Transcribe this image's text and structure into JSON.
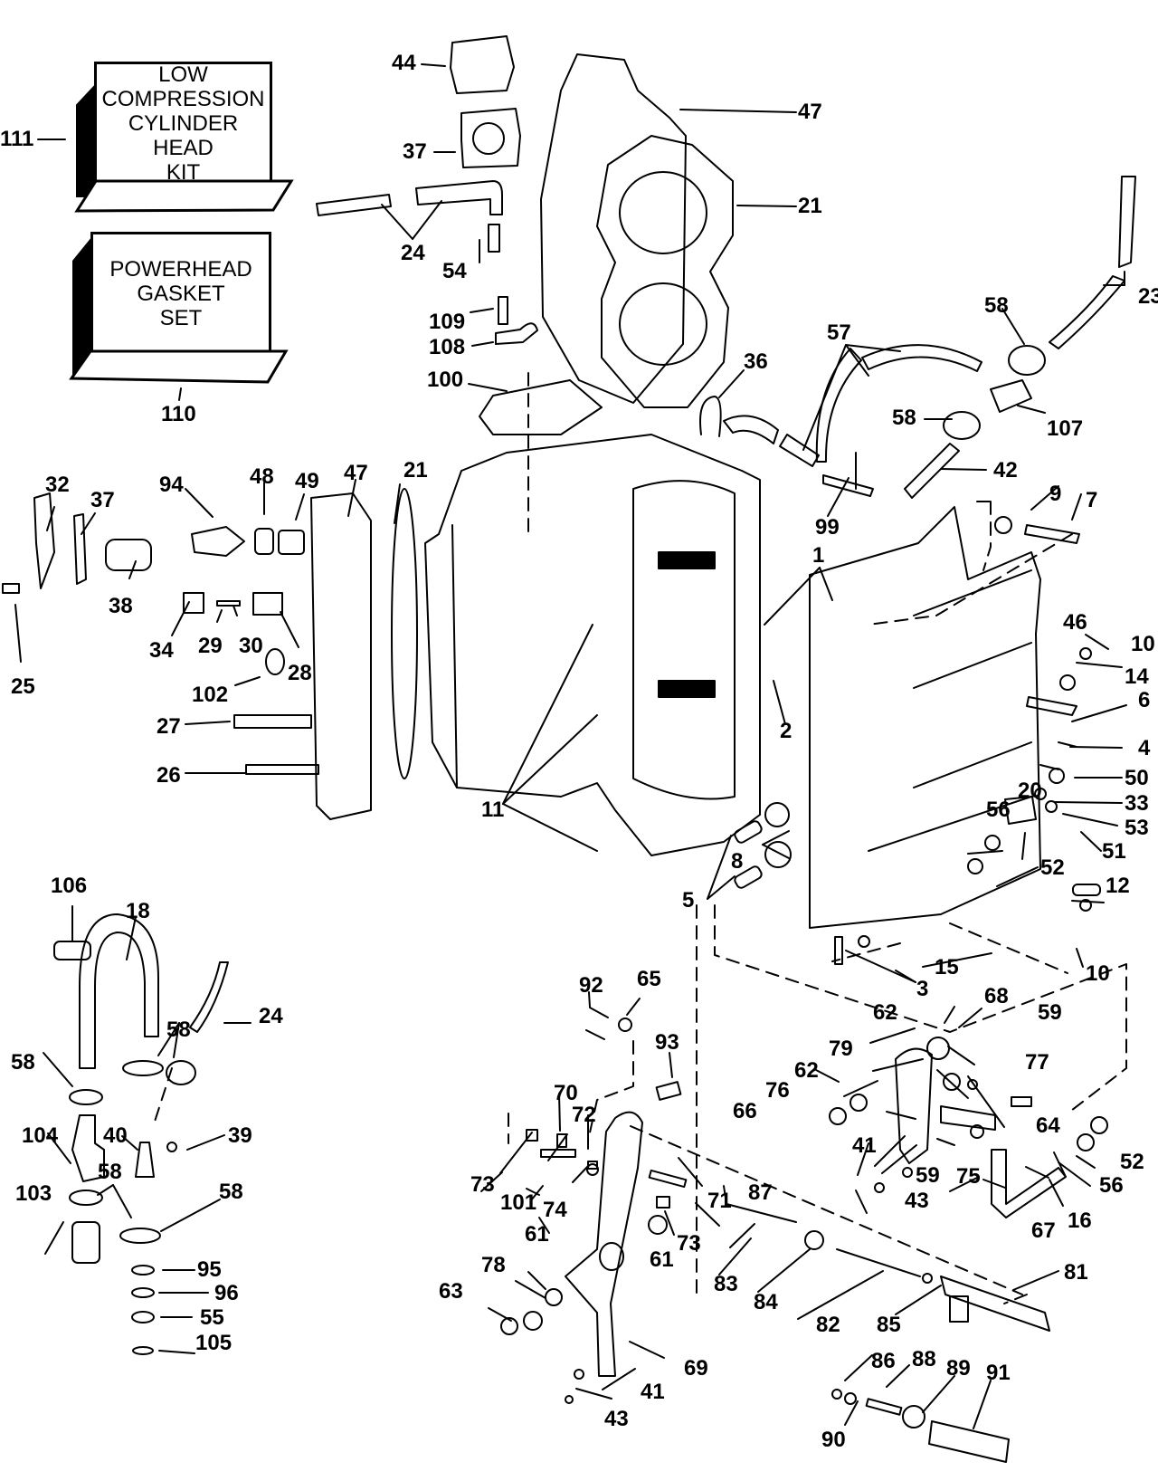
{
  "diagram": {
    "type": "exploded-parts-diagram",
    "subject": "Outboard powerhead: cylinder and crankcase with throttle/spark linkage",
    "kits": [
      {
        "id": "111",
        "lines": [
          "LOW",
          "COMPRESSION",
          "CYLINDER HEAD",
          "KIT"
        ]
      },
      {
        "id": "110",
        "lines": [
          "POWERHEAD",
          "GASKET",
          "SET"
        ]
      }
    ],
    "callouts": [
      {
        "id": "111",
        "label": "111"
      },
      {
        "id": "110",
        "label": "110"
      },
      {
        "id": "44",
        "label": "44"
      },
      {
        "id": "37a",
        "label": "37"
      },
      {
        "id": "24a",
        "label": "24"
      },
      {
        "id": "54",
        "label": "54"
      },
      {
        "id": "47a",
        "label": "47"
      },
      {
        "id": "21a",
        "label": "21"
      },
      {
        "id": "109",
        "label": "109"
      },
      {
        "id": "108",
        "label": "108"
      },
      {
        "id": "100",
        "label": "100"
      },
      {
        "id": "36",
        "label": "36"
      },
      {
        "id": "57",
        "label": "57"
      },
      {
        "id": "58a",
        "label": "58"
      },
      {
        "id": "23",
        "label": "23"
      },
      {
        "id": "58b",
        "label": "58"
      },
      {
        "id": "107",
        "label": "107"
      },
      {
        "id": "42",
        "label": "42"
      },
      {
        "id": "99",
        "label": "99"
      },
      {
        "id": "9",
        "label": "9"
      },
      {
        "id": "7",
        "label": "7"
      },
      {
        "id": "32",
        "label": "32"
      },
      {
        "id": "37b",
        "label": "37"
      },
      {
        "id": "94",
        "label": "94"
      },
      {
        "id": "48",
        "label": "48"
      },
      {
        "id": "49",
        "label": "49"
      },
      {
        "id": "47b",
        "label": "47"
      },
      {
        "id": "21b",
        "label": "21"
      },
      {
        "id": "38",
        "label": "38"
      },
      {
        "id": "25",
        "label": "25"
      },
      {
        "id": "34",
        "label": "34"
      },
      {
        "id": "29",
        "label": "29"
      },
      {
        "id": "30",
        "label": "30"
      },
      {
        "id": "28",
        "label": "28"
      },
      {
        "id": "102",
        "label": "102"
      },
      {
        "id": "27",
        "label": "27"
      },
      {
        "id": "26",
        "label": "26"
      },
      {
        "id": "11",
        "label": "11"
      },
      {
        "id": "1",
        "label": "1"
      },
      {
        "id": "2",
        "label": "2"
      },
      {
        "id": "10a",
        "label": "10"
      },
      {
        "id": "46",
        "label": "46"
      },
      {
        "id": "14",
        "label": "14"
      },
      {
        "id": "6",
        "label": "6"
      },
      {
        "id": "4",
        "label": "4"
      },
      {
        "id": "50",
        "label": "50"
      },
      {
        "id": "20",
        "label": "20"
      },
      {
        "id": "33",
        "label": "33"
      },
      {
        "id": "56a",
        "label": "56"
      },
      {
        "id": "53",
        "label": "53"
      },
      {
        "id": "51",
        "label": "51"
      },
      {
        "id": "8",
        "label": "8"
      },
      {
        "id": "52a",
        "label": "52"
      },
      {
        "id": "5",
        "label": "5"
      },
      {
        "id": "12",
        "label": "12"
      },
      {
        "id": "15",
        "label": "15"
      },
      {
        "id": "10b",
        "label": "10"
      },
      {
        "id": "3",
        "label": "3"
      },
      {
        "id": "106",
        "label": "106"
      },
      {
        "id": "18",
        "label": "18"
      },
      {
        "id": "24b",
        "label": "24"
      },
      {
        "id": "58c",
        "label": "58"
      },
      {
        "id": "58d",
        "label": "58"
      },
      {
        "id": "104",
        "label": "104"
      },
      {
        "id": "40",
        "label": "40"
      },
      {
        "id": "39",
        "label": "39"
      },
      {
        "id": "58e",
        "label": "58"
      },
      {
        "id": "103",
        "label": "103"
      },
      {
        "id": "58f",
        "label": "58"
      },
      {
        "id": "95",
        "label": "95"
      },
      {
        "id": "96",
        "label": "96"
      },
      {
        "id": "55",
        "label": "55"
      },
      {
        "id": "105",
        "label": "105"
      },
      {
        "id": "92",
        "label": "92"
      },
      {
        "id": "65",
        "label": "65"
      },
      {
        "id": "93",
        "label": "93"
      },
      {
        "id": "68",
        "label": "68"
      },
      {
        "id": "62a",
        "label": "62"
      },
      {
        "id": "59a",
        "label": "59"
      },
      {
        "id": "79",
        "label": "79"
      },
      {
        "id": "77",
        "label": "77"
      },
      {
        "id": "62b",
        "label": "62"
      },
      {
        "id": "76",
        "label": "76"
      },
      {
        "id": "66",
        "label": "66"
      },
      {
        "id": "64",
        "label": "64"
      },
      {
        "id": "52b",
        "label": "52"
      },
      {
        "id": "70",
        "label": "70"
      },
      {
        "id": "72",
        "label": "72"
      },
      {
        "id": "41a",
        "label": "41"
      },
      {
        "id": "59b",
        "label": "59"
      },
      {
        "id": "75",
        "label": "75"
      },
      {
        "id": "56b",
        "label": "56"
      },
      {
        "id": "43a",
        "label": "43"
      },
      {
        "id": "73a",
        "label": "73"
      },
      {
        "id": "101",
        "label": "101"
      },
      {
        "id": "74",
        "label": "74"
      },
      {
        "id": "71",
        "label": "71"
      },
      {
        "id": "87",
        "label": "87"
      },
      {
        "id": "67",
        "label": "67"
      },
      {
        "id": "16",
        "label": "16"
      },
      {
        "id": "73b",
        "label": "73"
      },
      {
        "id": "61a",
        "label": "61"
      },
      {
        "id": "61b",
        "label": "61"
      },
      {
        "id": "83",
        "label": "83"
      },
      {
        "id": "81",
        "label": "81"
      },
      {
        "id": "63",
        "label": "63"
      },
      {
        "id": "78",
        "label": "78"
      },
      {
        "id": "84",
        "label": "84"
      },
      {
        "id": "82",
        "label": "82"
      },
      {
        "id": "85",
        "label": "85"
      },
      {
        "id": "69",
        "label": "69"
      },
      {
        "id": "86",
        "label": "86"
      },
      {
        "id": "88",
        "label": "88"
      },
      {
        "id": "89",
        "label": "89"
      },
      {
        "id": "91",
        "label": "91"
      },
      {
        "id": "41b",
        "label": "41"
      },
      {
        "id": "43b",
        "label": "43"
      },
      {
        "id": "90",
        "label": "90"
      }
    ]
  }
}
